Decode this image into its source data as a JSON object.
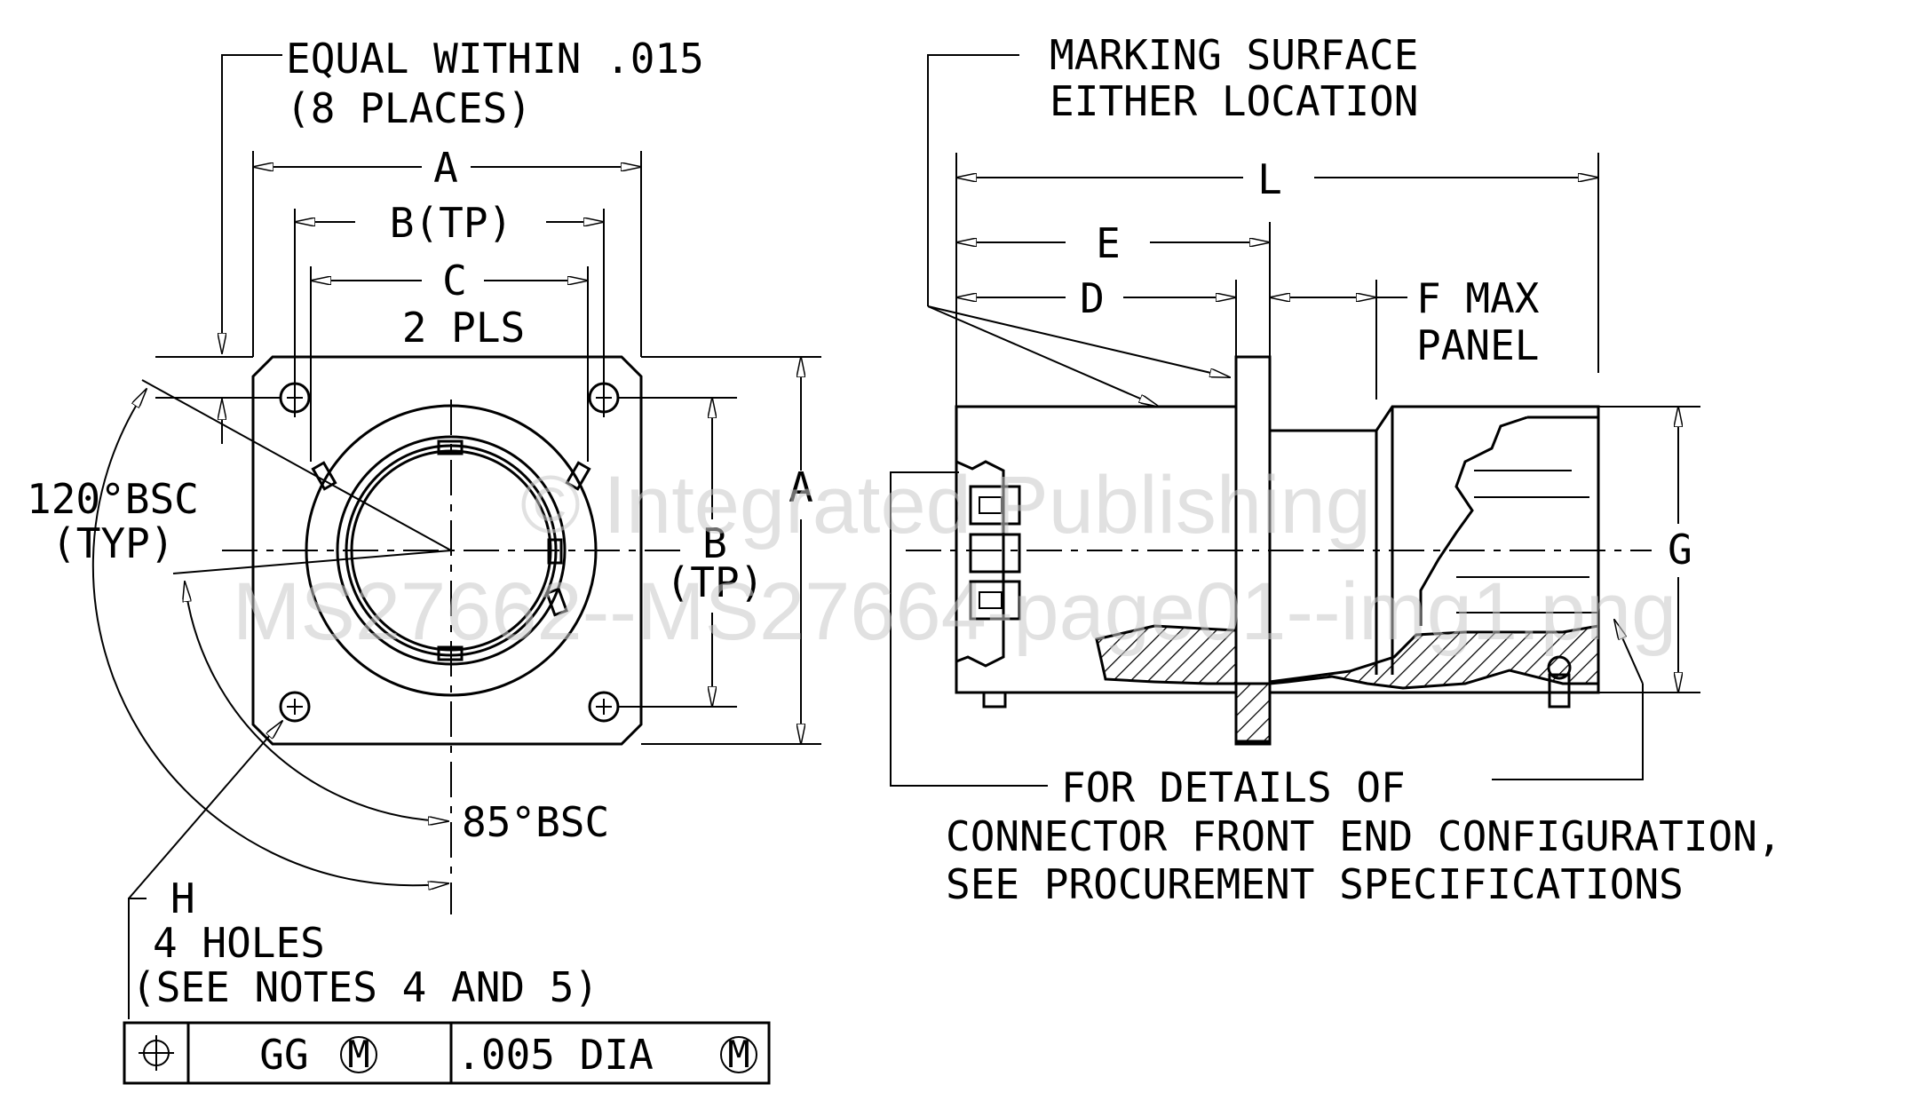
{
  "notes": {
    "equal_within": "EQUAL WITHIN .015",
    "eight_places": "(8 PLACES)",
    "marking_surface": "MARKING  SURFACE",
    "either_location": "EITHER LOCATION",
    "front_end_1": "FOR  DETAILS  OF",
    "front_end_2": "CONNECTOR  FRONT  END  CONFIGURATION,",
    "front_end_3": "SEE  PROCUREMENT  SPECIFICATIONS"
  },
  "dimensions": {
    "a_top": "A",
    "b_tp": "B(TP)",
    "c": "C",
    "two_pls": "2 PLS",
    "a_side": "A",
    "b_side": "B",
    "tp_side": "(TP)",
    "l": "L",
    "e": "E",
    "d": "D",
    "f_max": "F MAX",
    "panel": "PANEL",
    "g": "G"
  },
  "angles": {
    "angle_120": "120°BSC",
    "typ": "(TYP)",
    "angle_85": "85°BSC"
  },
  "holes": {
    "h": "H",
    "count": "4 HOLES",
    "notes_ref": "(SEE NOTES 4 AND 5)"
  },
  "tolerance_frame": {
    "datum": "GG",
    "modifier": "M",
    "tolerance": ".005 DIA",
    "tolerance_modifier": "M"
  },
  "watermark": {
    "line1": "© Integrated Publishing",
    "line2": "MS27662--MS27664-page01--img1.png"
  }
}
